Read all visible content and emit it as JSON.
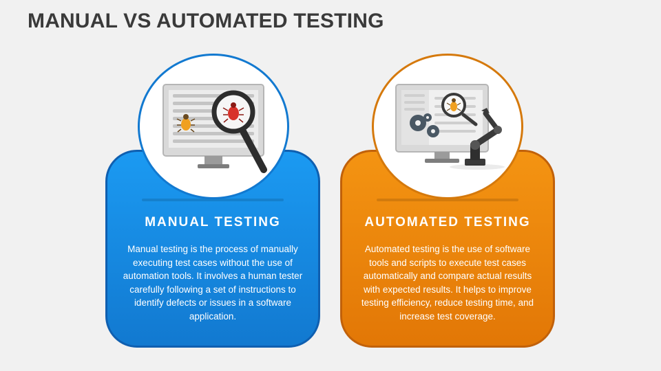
{
  "title": "MANUAL VS AUTOMATED TESTING",
  "colors": {
    "manual_accent": "#1b9af2",
    "automated_accent": "#f49412",
    "title_color": "#3a3a3a"
  },
  "cards": [
    {
      "heading": "MANUAL TESTING",
      "body": "Manual testing is the process of manually executing test cases without the use of automation tools. It involves a human tester carefully following a set of instructions to identify defects or issues in a software application.",
      "icon": "monitor-magnifier-bug-icon"
    },
    {
      "heading": "AUTOMATED TESTING",
      "body": "Automated testing is the use of software tools and scripts to execute test cases automatically and compare actual results with expected results. It helps to improve testing efficiency, reduce testing time, and increase test coverage.",
      "icon": "monitor-robot-arm-icon"
    }
  ]
}
